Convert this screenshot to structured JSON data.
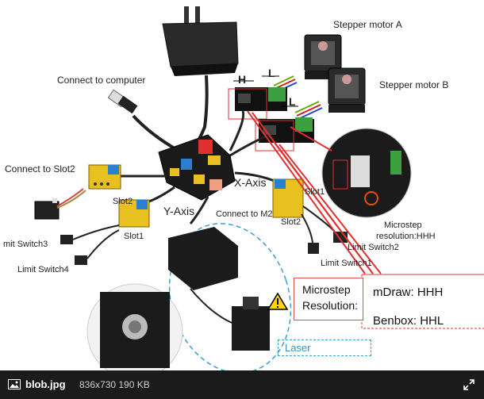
{
  "labels": {
    "stepper_a": "Stepper motor A",
    "stepper_b": "Stepper motor B",
    "connect_computer": "Connect to  computer",
    "h": "H",
    "l1": "L",
    "l2": "L",
    "connect_slot2": "Connect to  Slot2",
    "x_axis": "X-Axis",
    "y_axis": "Y-Axis",
    "slot1_right": "Slot1",
    "slot2_left": "Slot2",
    "slot1_left": "Slot1",
    "slot2_right": "Slot2",
    "connect_m2": "Connect to M2",
    "limit_switch3": "mit Switch3",
    "limit_switch4": "Limit Switch4",
    "limit_switch2": "Limit Switch2",
    "limit_switch1": "Limit Switch1",
    "microstep_res_hhh_1": "Microstep",
    "microstep_res_hhh_2": "resolution:HHH",
    "microstep_box_1": "Microstep",
    "microstep_box_2": "Resolution:",
    "mdraw": "mDraw:  HHH",
    "benbox": "Benbox:  HHL",
    "laser": "Laser"
  },
  "bottom_bar": {
    "filename": "blob.jpg",
    "meta": "836x730 190 KB",
    "icons": [
      "image-icon",
      "expand-icon"
    ]
  },
  "colors": {
    "accent_red": "#e03030",
    "laser_blue": "#3aa0d0",
    "board_black": "#1a1a1a",
    "module_yellow": "#e8c020",
    "module_blue": "#2a7fd0",
    "driver_green": "#3aa040"
  }
}
